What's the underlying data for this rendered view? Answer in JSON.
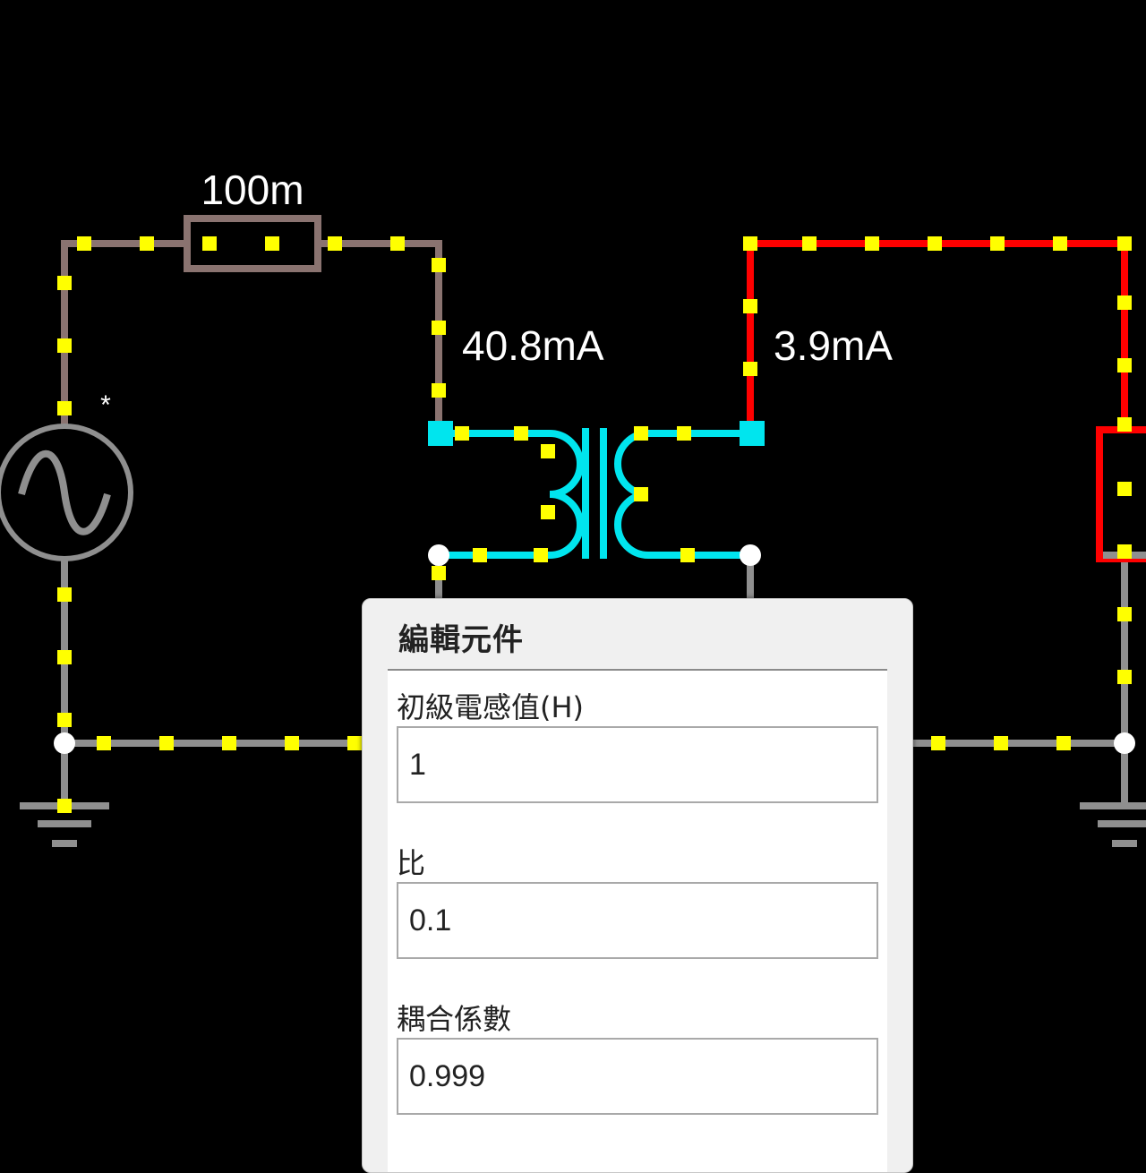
{
  "circuit": {
    "resistor_value": "100m",
    "primary_current": "40.8mA",
    "secondary_current": "3.9mA",
    "source_marker": "*",
    "colors": {
      "wire_idle": "#8f8f8f",
      "wire_warm": "#8a7370",
      "wire_hot": "#ff0000",
      "selected": "#00e5ee",
      "current_dot": "#ffff00",
      "node": "#ffffff"
    }
  },
  "dialog": {
    "title": "編輯元件",
    "fields": [
      {
        "label": "初級電感值(H)",
        "value": "1"
      },
      {
        "label": "比",
        "value": "0.1"
      },
      {
        "label": "耦合係數",
        "value": "0.999"
      }
    ]
  }
}
